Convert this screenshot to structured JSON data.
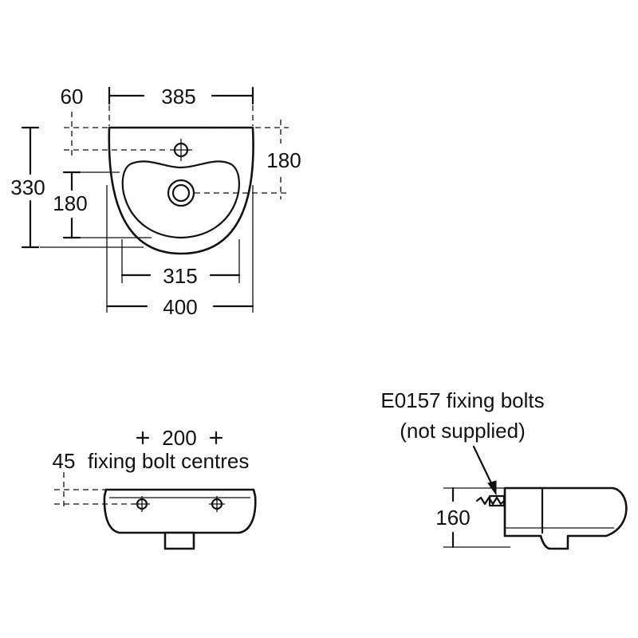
{
  "top_view": {
    "dim_width_top": "385",
    "dim_offset_left": "60",
    "dim_overall_height": "330",
    "dim_tap_to_waste_left": "180",
    "dim_tap_to_waste_right": "180",
    "dim_bowl_width": "315",
    "dim_overall_width": "400"
  },
  "front_view": {
    "dim_bolt_centres": "200",
    "dim_bolt_height": "45",
    "bolt_label": "fixing bolt centres"
  },
  "side_view": {
    "bolts_label_line1": "E0157 fixing bolts",
    "bolts_label_line2": "(not supplied)",
    "dim_height": "160"
  }
}
